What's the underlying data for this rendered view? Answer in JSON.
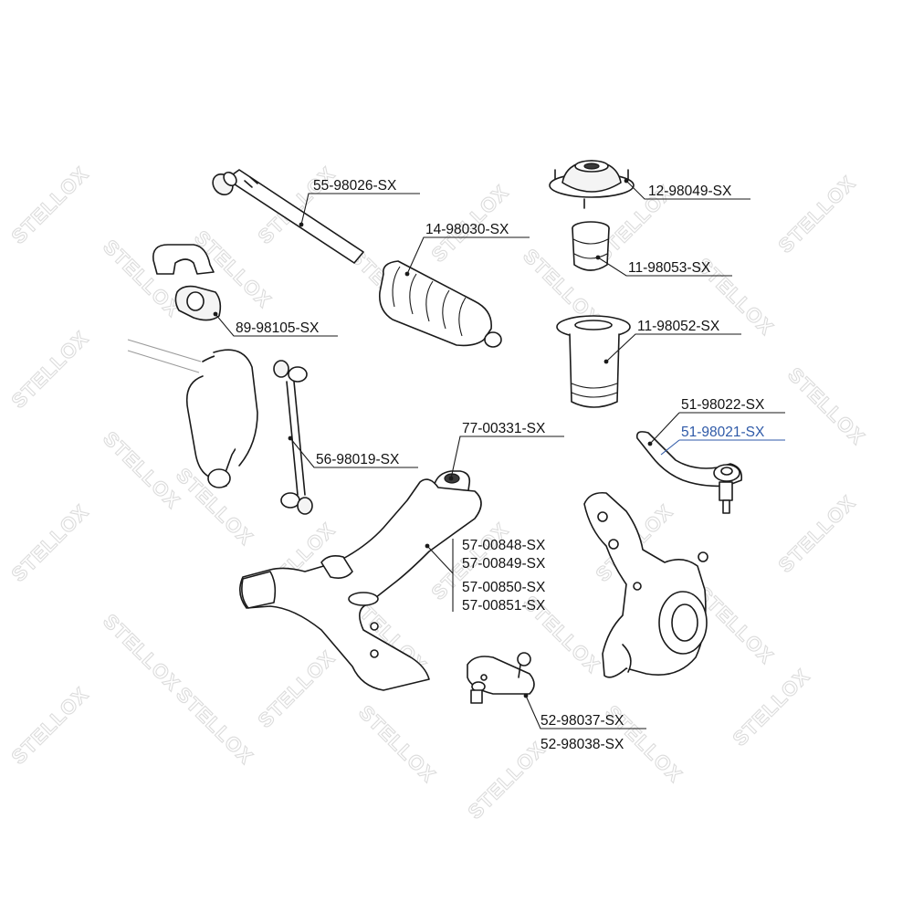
{
  "watermark": {
    "text": "STELLOX"
  },
  "colors": {
    "ink": "#1a1a1a",
    "highlight": "#2f5aa8",
    "watermark": "#dcdcdc"
  },
  "labels": {
    "tie_rod": "55-98026-SX",
    "strut_mount": "12-98049-SX",
    "steering_boot": "14-98030-SX",
    "bump_stop": "11-98053-SX",
    "stabilizer_bushing": "89-98105-SX",
    "dust_boot": "11-98052-SX",
    "tie_rod_end_right": "51-98022-SX",
    "tie_rod_end_left": "51-98021-SX",
    "stabilizer_link": "56-98019-SX",
    "arm_bushing": "77-00331-SX",
    "control_arm_1": "57-00848-SX",
    "control_arm_2": "57-00849-SX",
    "control_arm_3": "57-00850-SX",
    "control_arm_4": "57-00851-SX",
    "ball_joint_1": "52-98037-SX",
    "ball_joint_2": "52-98038-SX"
  }
}
